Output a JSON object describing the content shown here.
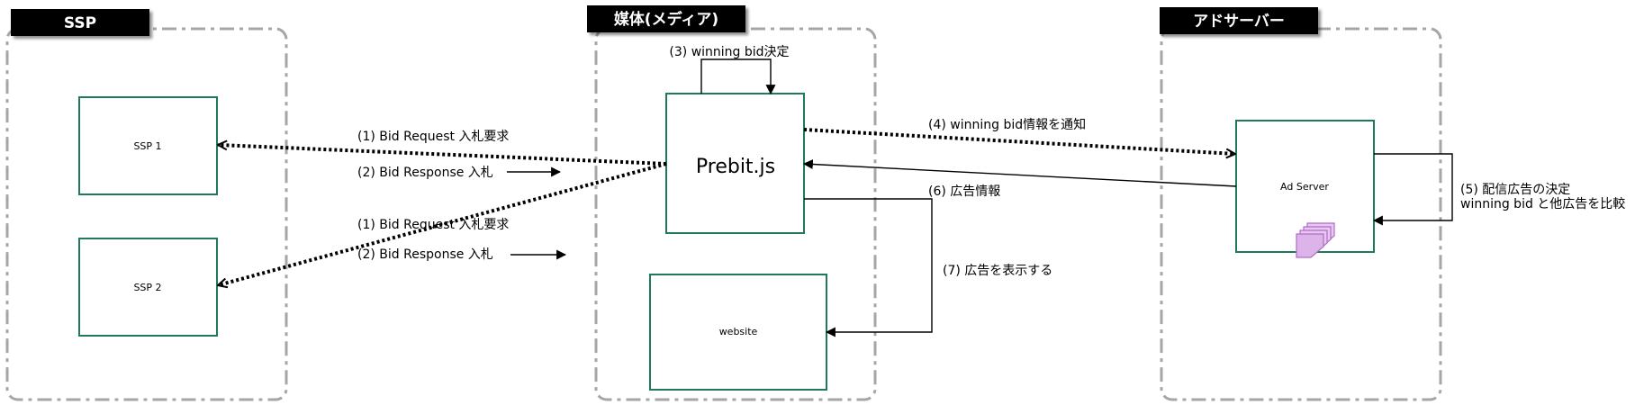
{
  "colors": {
    "group_border": "#a6a6a6",
    "title_bg": "#000000",
    "title_text": "#ffffff",
    "node_border": "#1f7a5c",
    "edge": "#000000",
    "stack_icon": "#b36ac9"
  },
  "groups": {
    "ssp": {
      "title": "SSP"
    },
    "media": {
      "title": "媒体(メディア)"
    },
    "adserver": {
      "title": "アドサーバー"
    }
  },
  "nodes": {
    "ssp1": {
      "label": "SSP 1"
    },
    "ssp2": {
      "label": "SSP 2"
    },
    "prebit": {
      "label": "Prebit.js"
    },
    "website": {
      "label": "website"
    },
    "adserver": {
      "label": "Ad Server",
      "icon": "stacked-pages-icon"
    }
  },
  "edges": {
    "winning_bid_decision": "(3) winning bid決定",
    "bid_request_1": "(1) Bid Request 入札要求",
    "bid_response_1": "(2) Bid Response 入札",
    "bid_request_2": "(1) Bid Request 入札要求",
    "bid_response_2": "(2) Bid Response 入札",
    "notify_winning_bid": "(4) winning bid情報を通知",
    "ad_info": "(6) 広告情報",
    "display_ad": "(7) 広告を表示する",
    "decide_ad_line1": "(5) 配信広告の決定",
    "decide_ad_line2": "winning bid と他広告を比較"
  }
}
